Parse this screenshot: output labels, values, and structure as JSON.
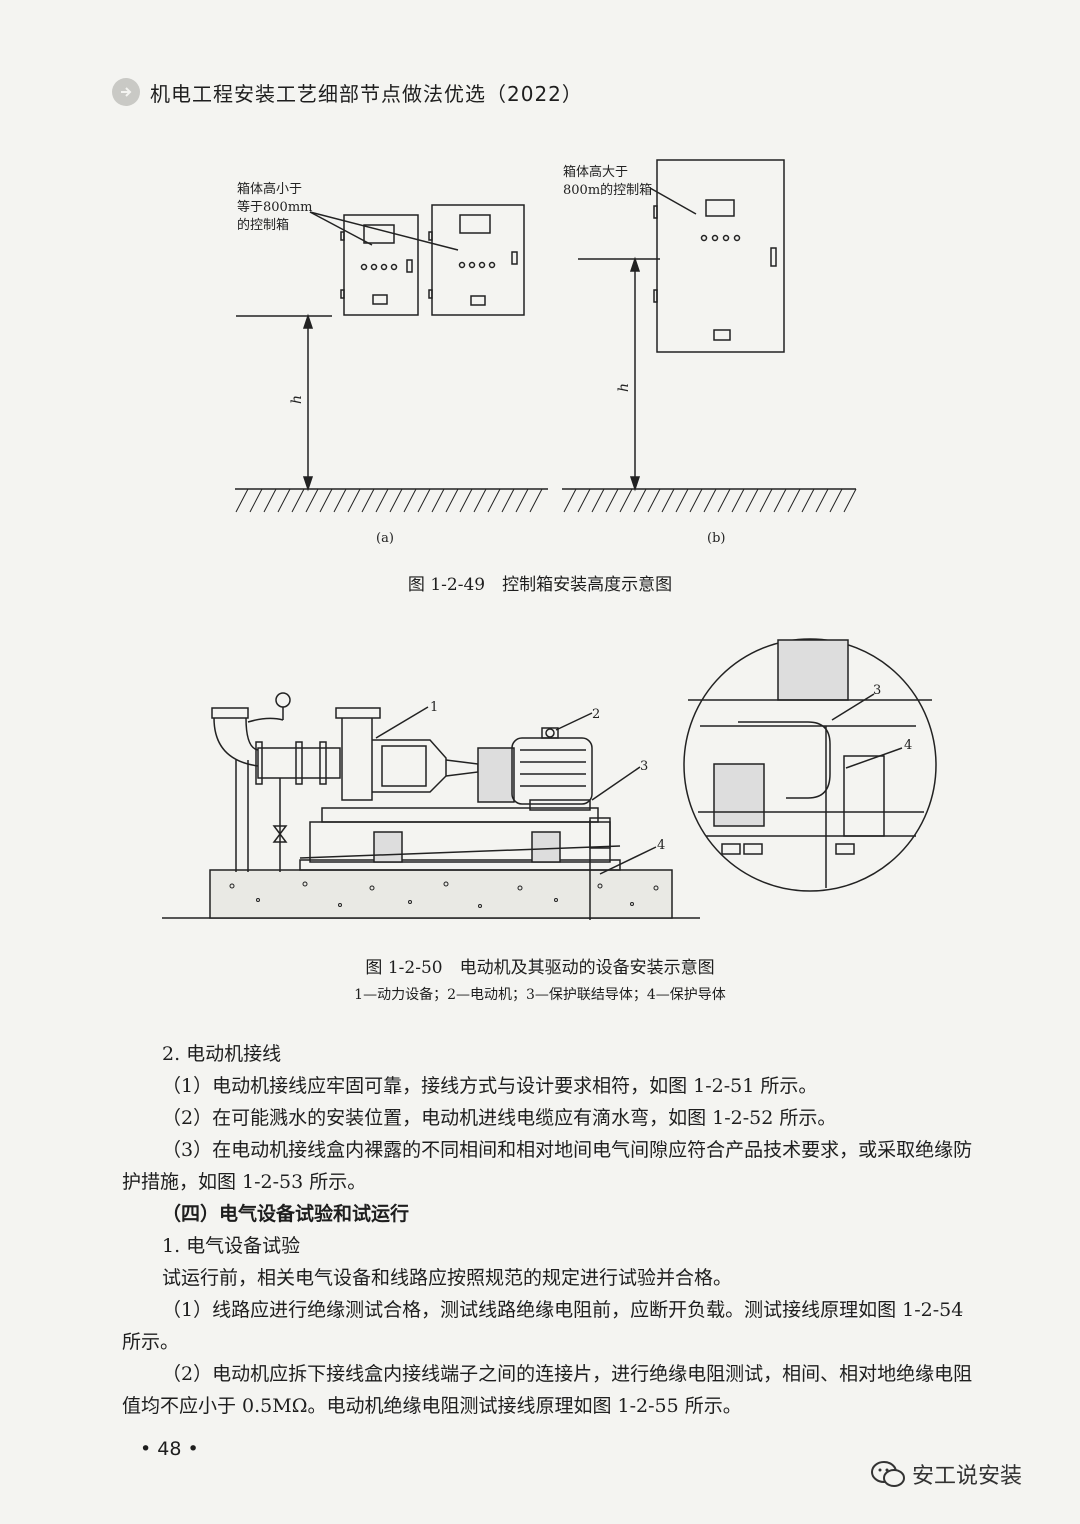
{
  "header": {
    "title": "机电工程安装工艺细部节点做法优选（2022）"
  },
  "figure49": {
    "label_a": "箱体高小于\n等于800mm\n的控制箱",
    "label_b": "箱体高大于\n800m的控制箱",
    "h_label": "h",
    "sub_a": "(a)",
    "sub_b": "(b)",
    "caption": "图 1-2-49　控制箱安装高度示意图"
  },
  "figure50": {
    "callouts": [
      "1",
      "2",
      "3",
      "4",
      "3",
      "4"
    ],
    "caption": "图 1-2-50　电动机及其驱动的设备安装示意图",
    "legend": "1—动力设备；2—电动机；3—保护联结导体；4—保护导体"
  },
  "text": {
    "s2_title": "2. 电动机接线",
    "s2_p1": "（1）电动机接线应牢固可靠，接线方式与设计要求相符，如图 1-2-51 所示。",
    "s2_p2": "（2）在可能溅水的安装位置，电动机进线电缆应有滴水弯，如图 1-2-52 所示。",
    "s2_p3": "（3）在电动机接线盒内裸露的不同相间和相对地间电气间隙应符合产品技术要求，或采取绝缘防护措施，如图 1-2-53 所示。",
    "s4_title": "（四）电气设备试验和试运行",
    "s4_1_title": "1. 电气设备试验",
    "s4_1_intro": "试运行前，相关电气设备和线路应按照规范的规定进行试验并合格。",
    "s4_1_p1": "（1）线路应进行绝缘测试合格，测试线路绝缘电阻前，应断开负载。测试接线原理如图 1-2-54 所示。",
    "s4_1_p2": "（2）电动机应拆下接线盒内接线端子之间的连接片，进行绝缘电阻测试，相间、相对地绝缘电阻值均不应小于 0.5MΩ。电动机绝缘电阻测试接线原理如图 1-2-55 所示。"
  },
  "footer": {
    "page_number": "• 48 •",
    "watermark": "安工说安装"
  }
}
